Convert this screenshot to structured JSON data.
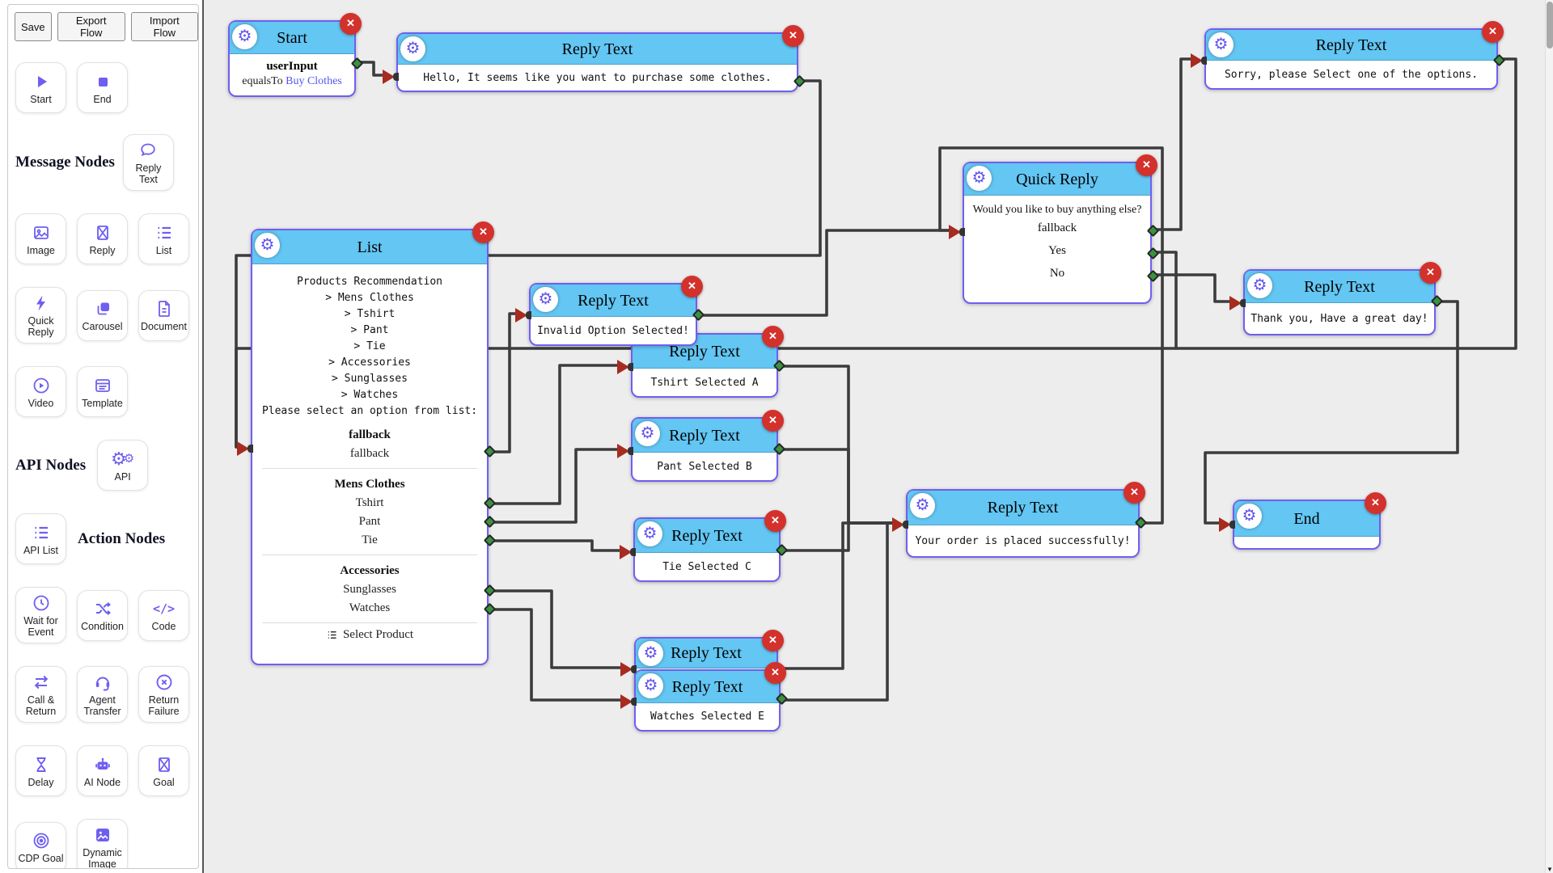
{
  "toolbar": {
    "buttons": [
      "Save",
      "Export Flow",
      "Import Flow"
    ]
  },
  "palette": {
    "headings": {
      "message": "Message Nodes",
      "api": "API Nodes",
      "action": "Action Nodes"
    },
    "items": {
      "start": {
        "label": "Start"
      },
      "end": {
        "label": "End"
      },
      "reply_text": {
        "label": "Reply Text"
      },
      "image": {
        "label": "Image"
      },
      "reply": {
        "label": "Reply"
      },
      "list": {
        "label": "List"
      },
      "quick_reply": {
        "label": "Quick Reply"
      },
      "carousel": {
        "label": "Carousel"
      },
      "document": {
        "label": "Document"
      },
      "video": {
        "label": "Video"
      },
      "template": {
        "label": "Template"
      },
      "api": {
        "label": "API"
      },
      "api_list": {
        "label": "API List"
      },
      "wait_for_event": {
        "label": "Wait for Event"
      },
      "condition": {
        "label": "Condition"
      },
      "code": {
        "label": "Code"
      },
      "call_return": {
        "label": "Call & Return"
      },
      "agent_transfer": {
        "label": "Agent Transfer"
      },
      "return_failure": {
        "label": "Return Failure"
      },
      "delay": {
        "label": "Delay"
      },
      "ai_node": {
        "label": "AI Node"
      },
      "goal": {
        "label": "Goal"
      },
      "cdp_goal": {
        "label": "CDP Goal"
      },
      "dynamic_image": {
        "label": "Dynamic Image"
      }
    }
  },
  "nodes": {
    "start": {
      "title": "Start",
      "var_name": "userInput",
      "cond_prefix": "equalsTo",
      "cond_value": "Buy Clothes"
    },
    "hello": {
      "title": "Reply Text",
      "text": "Hello, It seems like you want to purchase some clothes."
    },
    "sorry": {
      "title": "Reply Text",
      "text": "Sorry, please Select one of the options."
    },
    "quick_reply": {
      "title": "Quick Reply",
      "question": "Would you like to buy anything else?",
      "options": [
        "fallback",
        "Yes",
        "No"
      ]
    },
    "thank_you": {
      "title": "Reply Text",
      "text": "Thank you, Have a great day!"
    },
    "list": {
      "title": "List",
      "message_lines": [
        "Products Recommendation",
        "> Mens Clothes",
        "> Tshirt",
        "> Pant",
        "> Tie",
        "> Accessories",
        "> Sunglasses",
        "> Watches",
        "Please select an option from list:"
      ],
      "sections": [
        {
          "header": "fallback",
          "options": [
            "fallback"
          ]
        },
        {
          "header": "Mens Clothes",
          "options": [
            "Tshirt",
            "Pant",
            "Tie"
          ]
        },
        {
          "header": "Accessories",
          "options": [
            "Sunglasses",
            "Watches"
          ]
        }
      ],
      "footer": "Select Product"
    },
    "invalid": {
      "title": "Reply Text",
      "text": "Invalid Option Selected!"
    },
    "tshirt": {
      "title": "Reply Text",
      "text": "Tshirt Selected A"
    },
    "pant": {
      "title": "Reply Text",
      "text": "Pant Selected B"
    },
    "tie": {
      "title": "Reply Text",
      "text": "Tie Selected C"
    },
    "order": {
      "title": "Reply Text",
      "text": "Your order is placed successfully!"
    },
    "hidden_reply": {
      "title": "Reply Text"
    },
    "watches": {
      "title": "Reply Text",
      "text": "Watches Selected E"
    },
    "end_node": {
      "title": "End"
    }
  },
  "edges": [
    {
      "from": "start",
      "to": "hello"
    },
    {
      "from": "hello",
      "to": "list"
    },
    {
      "from": "list.fallback",
      "to": "invalid"
    },
    {
      "from": "invalid",
      "to": "quick_reply"
    },
    {
      "from": "list.Tshirt",
      "to": "tshirt"
    },
    {
      "from": "list.Pant",
      "to": "pant"
    },
    {
      "from": "list.Tie",
      "to": "tie"
    },
    {
      "from": "list.Sunglasses",
      "to": "hidden_reply"
    },
    {
      "from": "list.Watches",
      "to": "watches"
    },
    {
      "from": "tshirt",
      "to": "order"
    },
    {
      "from": "pant",
      "to": "order"
    },
    {
      "from": "tie",
      "to": "order"
    },
    {
      "from": "hidden_reply",
      "to": "order"
    },
    {
      "from": "watches",
      "to": "order"
    },
    {
      "from": "order",
      "to": "quick_reply"
    },
    {
      "from": "quick_reply.fallback",
      "to": "sorry"
    },
    {
      "from": "quick_reply.Yes",
      "to": "list"
    },
    {
      "from": "quick_reply.No",
      "to": "thank_you"
    },
    {
      "from": "sorry",
      "to": "list"
    },
    {
      "from": "thank_you",
      "to": "end_node"
    }
  ],
  "icons": {
    "gear": "⚙",
    "close": "✕",
    "down_arrow": "▼",
    "code_glyph": "</>"
  },
  "theme": {
    "header_blue": "#63c6f3",
    "node_border": "#6f5ff0",
    "accent_purple": "#6f5ff0",
    "gear_purple": "#6355ee",
    "close_red": "#d3312c",
    "source_green": "#3a9140",
    "target_red": "#a82b20",
    "edge": "#3c3c3c",
    "link_blue": "#5356f5",
    "canvas_bg": "#ededed"
  }
}
